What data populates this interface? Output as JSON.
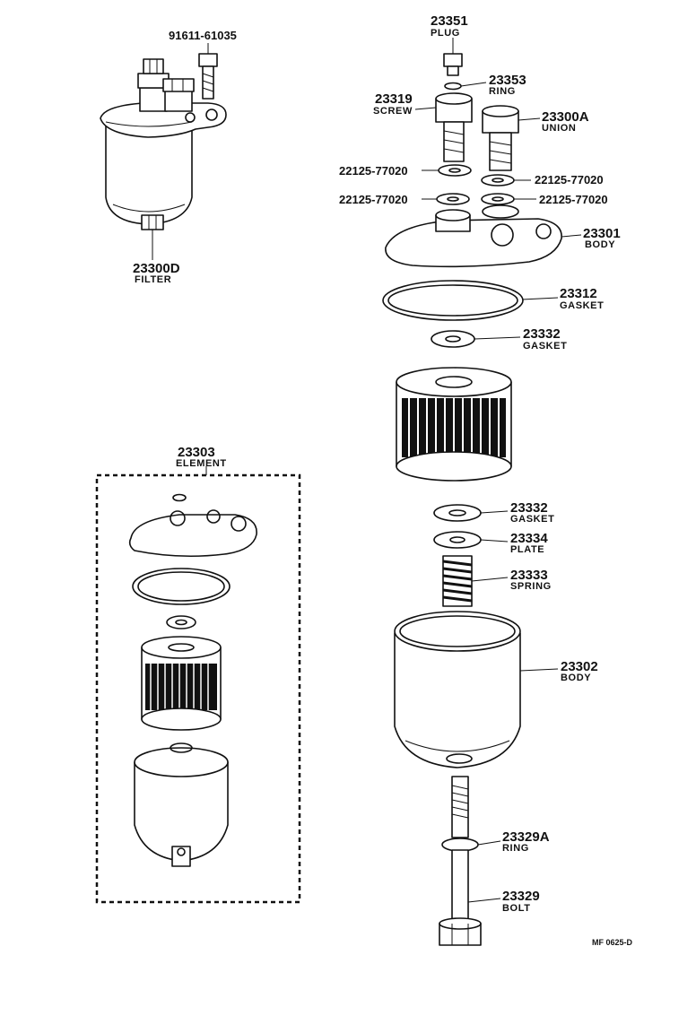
{
  "parts": {
    "p91611": {
      "number": "91611-61035"
    },
    "p23300d": {
      "number": "23300D",
      "name": "FILTER"
    },
    "p23351": {
      "number": "23351",
      "name": "PLUG"
    },
    "p23353": {
      "number": "23353",
      "name": "RING"
    },
    "p23319": {
      "number": "23319",
      "name": "SCREW"
    },
    "p23300a": {
      "number": "23300A",
      "name": "UNION"
    },
    "w1": {
      "number": "22125-77020"
    },
    "w2": {
      "number": "22125-77020"
    },
    "w3": {
      "number": "22125-77020"
    },
    "w4": {
      "number": "22125-77020"
    },
    "p23301": {
      "number": "23301",
      "name": "BODY"
    },
    "p23312": {
      "number": "23312",
      "name": "GASKET"
    },
    "p23332a": {
      "number": "23332",
      "name": "GASKET"
    },
    "p23303": {
      "number": "23303",
      "name": "ELEMENT"
    },
    "p23332b": {
      "number": "23332",
      "name": "GASKET"
    },
    "p23334": {
      "number": "23334",
      "name": "PLATE"
    },
    "p23333": {
      "number": "23333",
      "name": "SPRING"
    },
    "p23302": {
      "number": "23302",
      "name": "BODY"
    },
    "p23329a": {
      "number": "23329A",
      "name": "RING"
    },
    "p23329": {
      "number": "23329",
      "name": "BOLT"
    }
  },
  "diagram_code": "MF 0625-D"
}
